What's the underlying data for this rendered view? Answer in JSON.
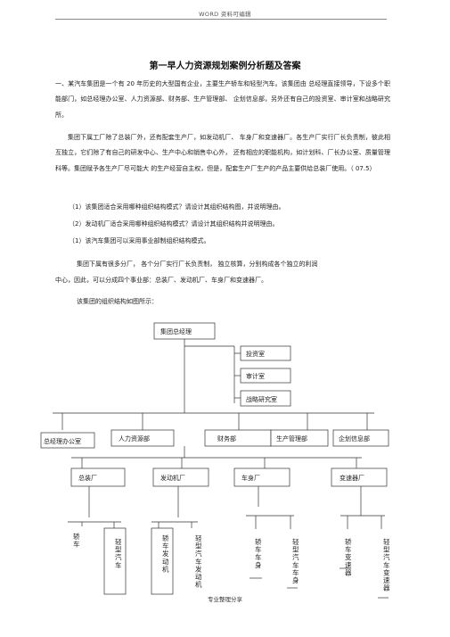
{
  "header": {
    "text": "WORD 资料可编辑"
  },
  "title": "第一早人力资源规划案例分析题及答案",
  "paragraph1": "一、某汽车集团是一个有 20 年历史的大型国有企业，主要生产轿车和轻型汽车。该集团由 总经理直接领导，下设多个职能部门，如总经理办公室、人力资源部、财务部、生产管理部、 企划信息部，另外还有自己的投资室、审计室和战略研究所。",
  "paragraph2": "集团下属工厂除了总装厂外，还有配套生产厂，如发动机厂、 车身厂和变速器厂。各生产厂实行厂长负责制，彼此相互独立，它们除了有自己的研发中心、生产中心和销售中心外， 还有相应的职能机构，如计划科、厂长办公室、质量管理科等。集团赋予各生产厂尽可能大 的生产经营自主权，但是，配套生产厂生产的产品主要供给总装厂使用。（ 07.5）",
  "questions": [
    "（1）该集团适合采用哪种组织结构模式？请设计其组织结构图，并说明理由。",
    "（2）发动机厂适合采用哪种组织结构模式？请设计其组织结构并说明理由。",
    "（1）该汽车集团可以采用事业部制组织结构模式。"
  ],
  "paragraph3_line1": "集团下属有很多分厂， 各个分厂实行厂长负责制， 独立核算，分别构成各个独立的利润",
  "paragraph3_line2": "中心，因此，可以分成四个事业部：总装厂、发动机厂、车身厂和变速器厂。",
  "paragraph4": "该集团的组织结构如图所示：",
  "org_chart": {
    "top": "集团总经理",
    "staff": [
      "投资室",
      "审计室",
      "战略研究室"
    ],
    "office": "总经理办公室",
    "functional": [
      "人力资源部",
      "财务部",
      "生产管理部",
      "企划信息部"
    ],
    "divisions": [
      "总装厂",
      "发动机厂",
      "车身厂",
      "变速器厂"
    ],
    "products": [
      "轿车",
      "轻型汽车",
      "轿车发动机",
      "轻型汽车发动机",
      "轿车车身",
      "轻型汽车车身",
      "轿车变速器",
      "轻型汽车变速器"
    ]
  },
  "footer": {
    "text": "专业整理分享"
  }
}
